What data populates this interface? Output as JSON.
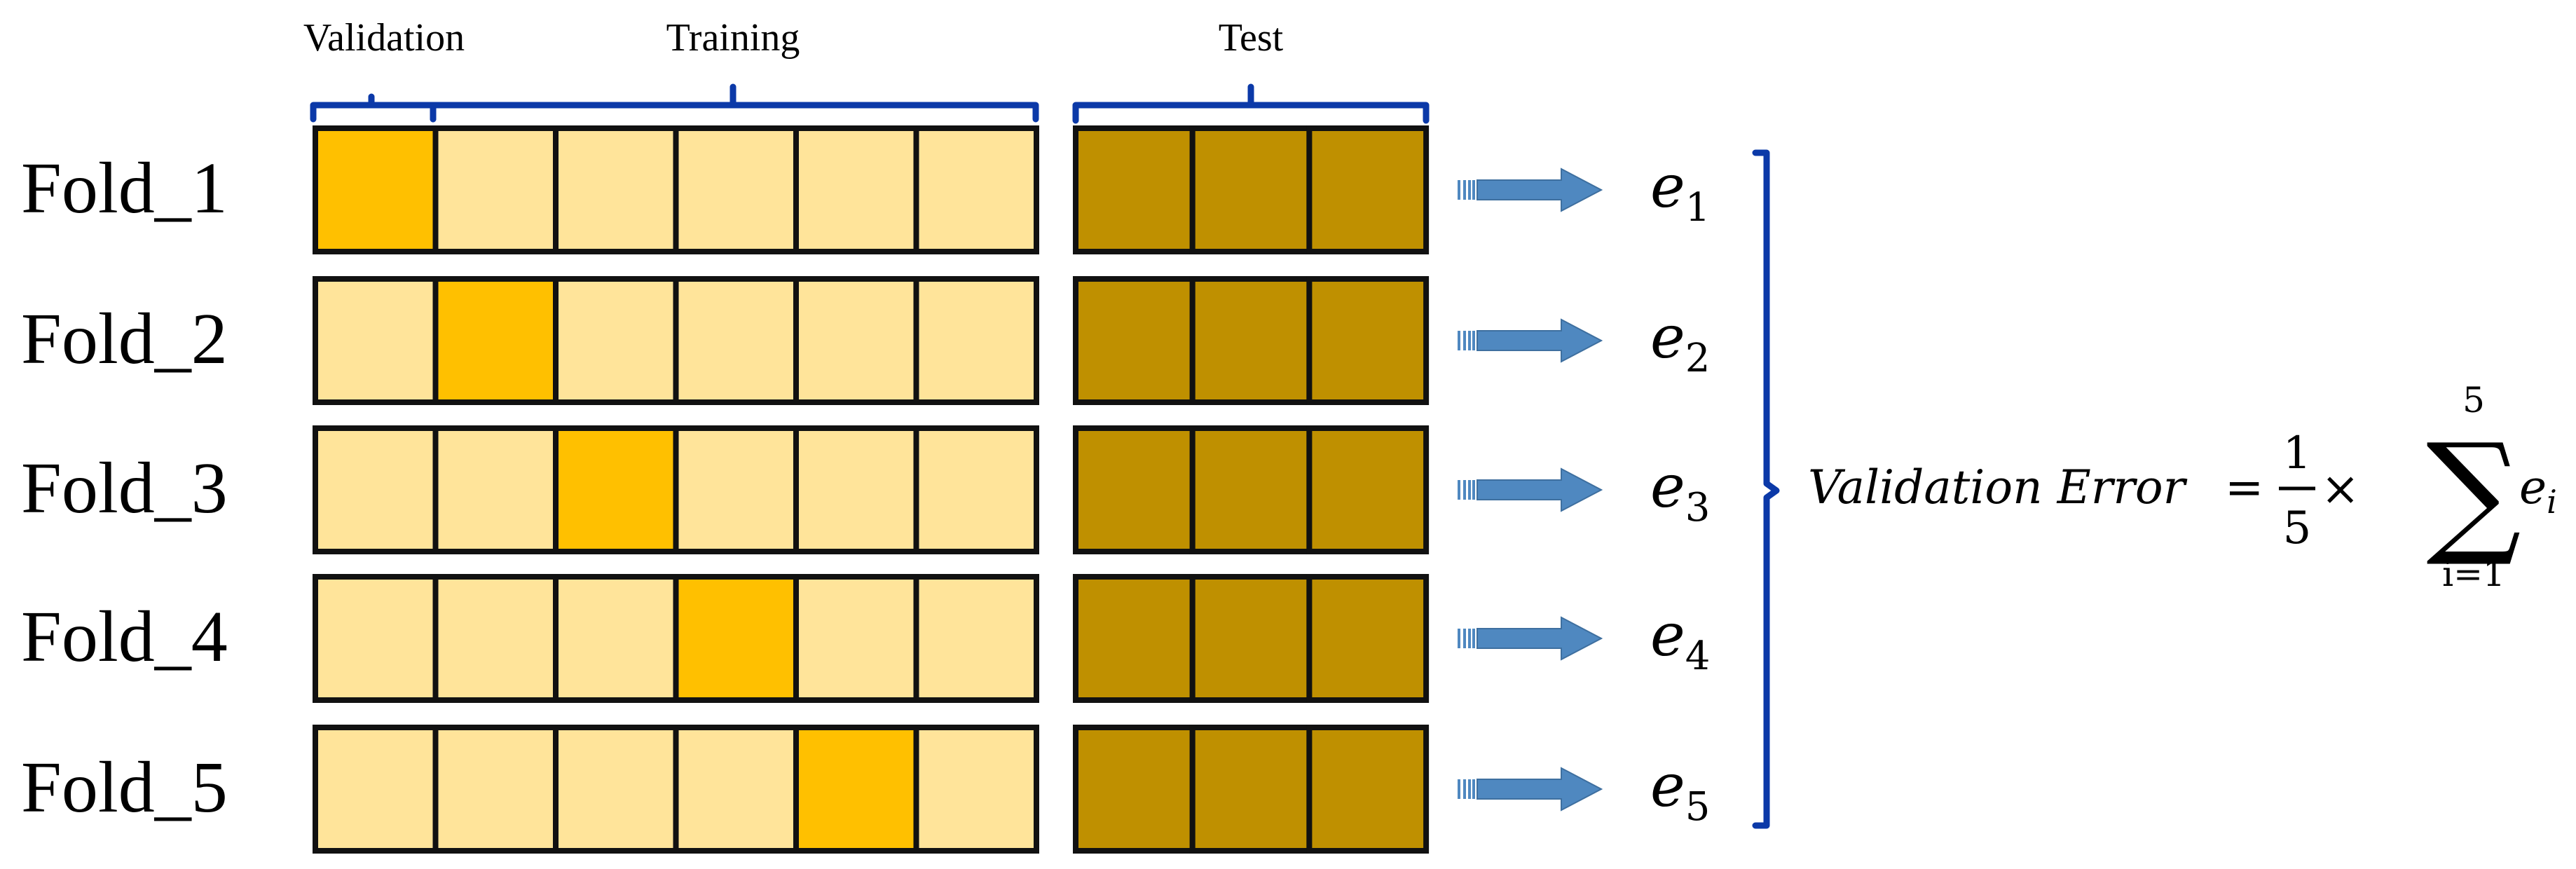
{
  "header": {
    "validation_label": "Validation",
    "training_label": "Training",
    "test_label": "Test"
  },
  "folds": [
    {
      "label": "Fold_1",
      "validation_index": 0,
      "error_base": "e",
      "error_sub": "1"
    },
    {
      "label": "Fold_2",
      "validation_index": 1,
      "error_base": "e",
      "error_sub": "2"
    },
    {
      "label": "Fold_3",
      "validation_index": 2,
      "error_base": "e",
      "error_sub": "3"
    },
    {
      "label": "Fold_4",
      "validation_index": 3,
      "error_base": "e",
      "error_sub": "4"
    },
    {
      "label": "Fold_5",
      "validation_index": 4,
      "error_base": "e",
      "error_sub": "5"
    }
  ],
  "blocks": {
    "train_count": 6,
    "test_count": 3
  },
  "formula": {
    "lhs": "Validation Error",
    "equals": "=",
    "frac_num": "1",
    "frac_den": "5",
    "times": "×",
    "sum_symbol": "∑",
    "sum_upper": "5",
    "sum_lower": "i=1",
    "term_base": "e",
    "term_sub": "i"
  },
  "colors": {
    "training_fill": "#FFE49A",
    "validation_fill": "#FFC000",
    "test_fill": "#BF9000",
    "cell_border": "#111111",
    "bracket": "#0B39A8",
    "arrow": "#4F88C0",
    "text": "#000000"
  }
}
